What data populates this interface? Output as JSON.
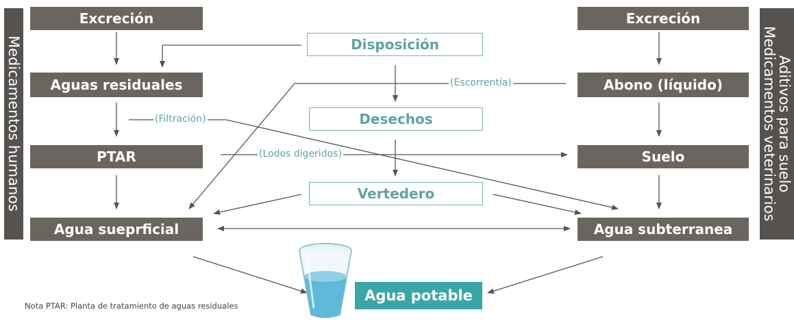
{
  "left_bar": "Medicamentos humanos",
  "right_bar": {
    "line1": "Aditivos para suelo",
    "line2": "Medicamentos veterinarios"
  },
  "left_column": {
    "excrecion": "Excreción",
    "aguas_residuales": "Aguas residuales",
    "ptar": "PTAR",
    "agua_superficial": "Agua sueprficial"
  },
  "right_column": {
    "excrecion": "Excreción",
    "abono": "Abono (líquido)",
    "suelo": "Suelo",
    "agua_subterranea": "Agua subterranea"
  },
  "center_column": {
    "disposicion": "Disposición",
    "desechos": "Desechos",
    "vertedero": "Vertedero"
  },
  "edge_labels": {
    "escorrentia": "(Escorrentía)",
    "filtracion": "(Filtración)",
    "lodos": "(Lodos digeridos)"
  },
  "agua_potable": "Agua potable",
  "note": "Nota PTAR: Planta de tratamiento de aguas residuales",
  "colors": {
    "dark_box": "#6b6560",
    "side_bar": "#56524f",
    "teal_text": "#5fa3a3",
    "potable": "#3aa6a5"
  }
}
